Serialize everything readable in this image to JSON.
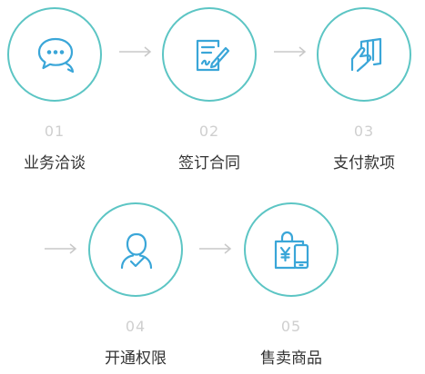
{
  "colors": {
    "accent": "#5cc5c4",
    "icon": "#3aa6d8",
    "number": "#cfcfcf",
    "label": "#333333",
    "arrow": "#c8c8c8"
  },
  "steps": [
    {
      "number": "01",
      "label": "业务洽谈",
      "icon": "chat-bubbles-icon"
    },
    {
      "number": "02",
      "label": "签订合同",
      "icon": "contract-sign-icon"
    },
    {
      "number": "03",
      "label": "支付款项",
      "icon": "card-payment-icon"
    },
    {
      "number": "04",
      "label": "开通权限",
      "icon": "user-check-icon"
    },
    {
      "number": "05",
      "label": "售卖商品",
      "icon": "shopping-bag-phone-icon"
    }
  ]
}
